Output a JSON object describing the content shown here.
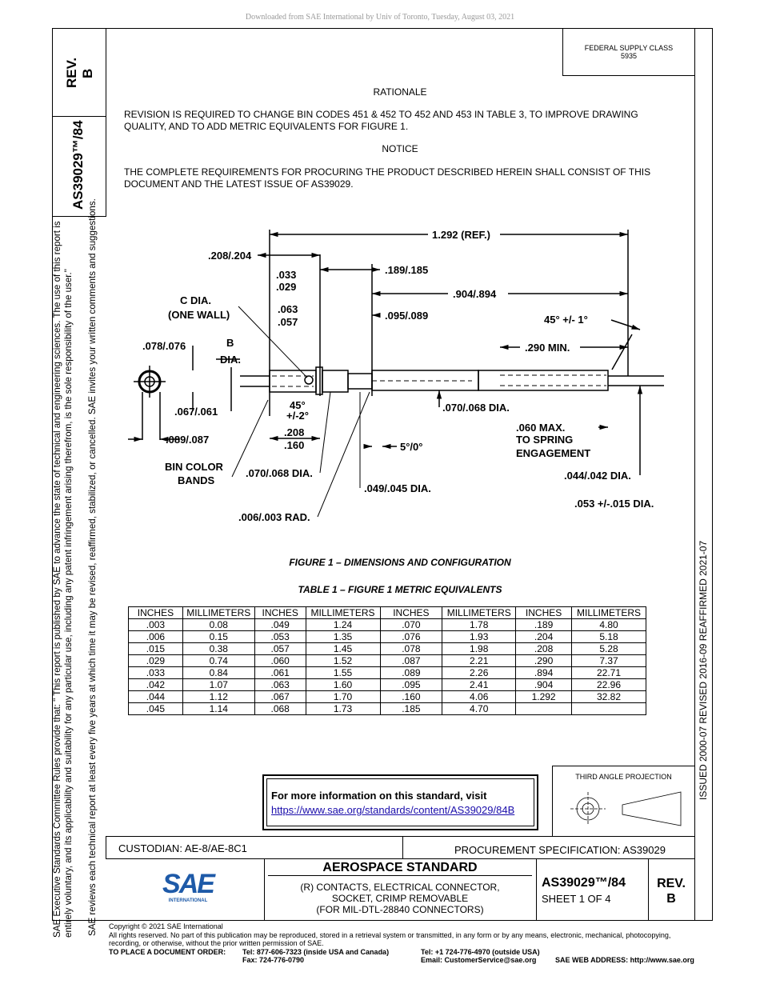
{
  "watermark": "Downloaded from SAE International by Univ of Toronto, Tuesday, August 03, 2021",
  "side": {
    "rev_label": "REV.",
    "rev_value": "B",
    "doc_number": "AS39029™/84",
    "note1": "SAE Executive Standards Committee Rules provide that: \"  This report is published by SAE to advance the state of technical and engineering sciences. The use of this report is",
    "note2": "entirely voluntary, and its applicability and suitability for any particular use, including any patent infringement arising therefrom, is the sole responsibility of the user.\"",
    "note3": "SAE reviews each technical report at least every five years at which time it may be revised, reaffirmed, stabilized, or cancelled. SAE invites your written comments and suggestions."
  },
  "history": "ISSUED 2000-07     REVISED 2016-09     REAFFIRMED 2021-07",
  "fsc": {
    "label": "FEDERAL SUPPLY CLASS",
    "value": "5935"
  },
  "rationale": {
    "heading": "RATIONALE",
    "text": "REVISION IS REQUIRED TO CHANGE BIN CODES 451 & 452 TO 452 AND 453 IN TABLE 3, TO IMPROVE DRAWING QUALITY, AND TO ADD METRIC EQUIVALENTS FOR FIGURE 1."
  },
  "notice": {
    "heading": "NOTICE",
    "text": "THE COMPLETE REQUIREMENTS FOR PROCURING THE PRODUCT DESCRIBED HEREIN SHALL CONSIST OF THIS DOCUMENT AND THE LATEST ISSUE OF AS39029."
  },
  "figure": {
    "caption": "FIGURE 1 – DIMENSIONS AND CONFIGURATION",
    "labels": {
      "ref": "1.292 (REF.)",
      "d208_204": ".208/.204",
      "d189_185": ".189/.185",
      "d033": ".033",
      "d029": ".029",
      "d904_894": ".904/.894",
      "d063": ".063",
      "d057": ".057",
      "d095_089": ".095/.089",
      "cdia": "C DIA.",
      "onewall": "(ONE WALL)",
      "angle45_1": "45° +/- 1°",
      "min290": ".290 MIN.",
      "d078_076": ".078/.076",
      "b": "B",
      "dia": "DIA.",
      "d067_061": ".067/.061",
      "a45": "45°",
      "a2": "+/-2°",
      "d070_068a": ".070/.068 DIA.",
      "d208": ".208",
      "d160": ".160",
      "d089_087": ".089/.087",
      "a5_0": "5°/0°",
      "max060": ".060 MAX.",
      "tospring": "TO SPRING",
      "engagement": "ENGAGEMENT",
      "bincolor": "BIN COLOR",
      "bands": "BANDS",
      "d070_068b": ".070/.068 DIA.",
      "d049_045": ".049/.045 DIA.",
      "d044_042": ".044/.042 DIA.",
      "d053": ".053 +/-.015 DIA.",
      "rad": ".006/.003 RAD."
    }
  },
  "table": {
    "caption": "TABLE 1 – FIGURE 1 METRIC EQUIVALENTS",
    "headers": [
      "INCHES",
      "MILLIMETERS",
      "INCHES",
      "MILLIMETERS",
      "INCHES",
      "MILLIMETERS",
      "INCHES",
      "MILLIMETERS"
    ],
    "rows": [
      [
        ".003",
        "0.08",
        ".049",
        "1.24",
        ".070",
        "1.78",
        ".189",
        "4.80"
      ],
      [
        ".006",
        "0.15",
        ".053",
        "1.35",
        ".076",
        "1.93",
        ".204",
        "5.18"
      ],
      [
        ".015",
        "0.38",
        ".057",
        "1.45",
        ".078",
        "1.98",
        ".208",
        "5.28"
      ],
      [
        ".029",
        "0.74",
        ".060",
        "1.52",
        ".087",
        "2.21",
        ".290",
        "7.37"
      ],
      [
        ".033",
        "0.84",
        ".061",
        "1.55",
        ".089",
        "2.26",
        ".894",
        "22.71"
      ],
      [
        ".042",
        "1.07",
        ".063",
        "1.60",
        ".095",
        "2.41",
        ".904",
        "22.96"
      ],
      [
        ".044",
        "1.12",
        ".067",
        "1.70",
        ".160",
        "4.06",
        "1.292",
        "32.82"
      ],
      [
        ".045",
        "1.14",
        ".068",
        "1.73",
        ".185",
        "4.70",
        "",
        ""
      ]
    ]
  },
  "info": {
    "text": "For more information on this standard, visit",
    "link": "https://www.sae.org/standards/content/AS39029/84B"
  },
  "projection": "THIRD ANGLE PROJECTION",
  "custodian": "CUSTODIAN: AE-8/AE-8C1",
  "procurement": "PROCUREMENT SPECIFICATION: AS39029",
  "title": {
    "main": "AEROSPACE STANDARD",
    "l1": "(R) CONTACTS, ELECTRICAL CONNECTOR,",
    "l2": "SOCKET, CRIMP REMOVABLE",
    "l3": "(FOR MIL-DTL-28840 CONNECTORS)",
    "doc": "AS39029™/84",
    "sheet": "SHEET 1 OF 4",
    "rev": "REV.",
    "rev_value": "B",
    "logo": "SAE",
    "logo_sub": "INTERNATIONAL"
  },
  "footer": {
    "copyright": "Copyright © 2021 SAE International",
    "rights1": "All rights reserved. No part of this publication may be reproduced, stored in a retrieval system or transmitted, in any form or by any means, electronic, mechanical, photocopying,",
    "rights2": "recording, or otherwise, without the prior written permission of SAE.",
    "order": "TO PLACE A DOCUMENT ORDER:",
    "tel1": "Tel: 877-606-7323 (inside USA and Canada)",
    "fax": "Fax: 724-776-0790",
    "tel2": "Tel: +1 724-776-4970 (outside USA)",
    "email": "Email: CustomerService@sae.org",
    "web": "SAE WEB ADDRESS: http://www.sae.org"
  },
  "colors": {
    "link": "#1a0dab",
    "logo": "#1e5aa8"
  }
}
